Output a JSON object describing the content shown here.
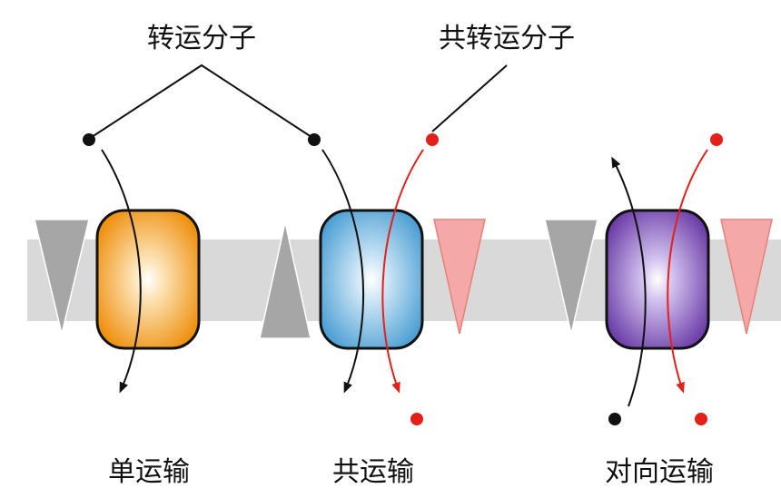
{
  "labels": {
    "transported_molecule": "转运分子",
    "cotransported_molecule": "共转运分子",
    "uniport": "单运输",
    "symport": "共运输",
    "antiport": "对向运输"
  },
  "colors": {
    "membrane": "#d9d9d9",
    "gray_triangle": "#a6a6a6",
    "red_triangle": "#f4a8a8",
    "red": "#e32119",
    "black": "#111111",
    "uniporter": "#ee8e0a",
    "symporter": "#4a9ed3",
    "antiporter": "#6a3aa6"
  }
}
